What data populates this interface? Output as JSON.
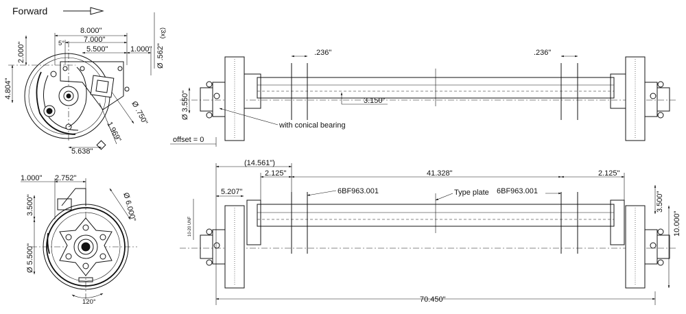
{
  "header": {
    "forward_label": "Forward"
  },
  "side_view_top": {
    "dims": {
      "d8000": "8.000\"",
      "d7000": "7.000\"",
      "d5500": "5.500\"",
      "d1000": "1.000\"",
      "d562": "Ø .562\"",
      "note3x": "(3x)",
      "d2000": "2.000\"",
      "d4804": "4.804\"",
      "d5deg": "5°",
      "d750": "Ø .750\"",
      "d1969": "1.969\"",
      "d5638": "5.638\""
    }
  },
  "side_view_bottom": {
    "dims": {
      "d1000": "1.000\"",
      "d2752": "2.752\"",
      "d3500": "3.500\"",
      "d6000": "Ø 6.000\"",
      "d5500": "Ø 5.500\"",
      "d120": "120°"
    }
  },
  "front_view_top": {
    "dims": {
      "d236a": ".236\"",
      "d236b": ".236\"",
      "d3550": "Ø 3.550\"",
      "d3150": "3.150\""
    },
    "notes": {
      "conical": "with conical bearing",
      "offset": "offset = 0"
    }
  },
  "front_view_bottom": {
    "dims": {
      "d14561": "(14.561\")",
      "d2125a": "2.125\"",
      "d41328": "41.328\"",
      "d2125b": "2.125\"",
      "d5207": "5.207\"",
      "d3500": "3.500\"",
      "d10000": "10.000\"",
      "d70450": "70.450\"",
      "d_small": "10-20 UNF"
    },
    "notes": {
      "part_left": "6BF963.001",
      "type_plate": "Type plate",
      "part_right": "6BF963.001"
    }
  }
}
